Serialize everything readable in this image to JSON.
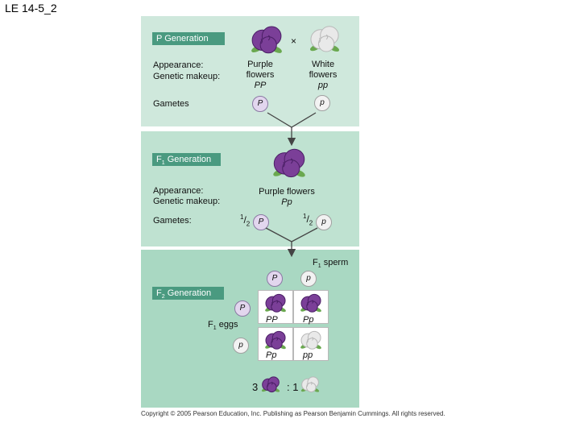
{
  "slide": {
    "title": "LE 14-5_2"
  },
  "p_generation": {
    "tag": "P Generation",
    "cross_symbol": "×",
    "appearance_label": "Appearance:",
    "genetic_makeup_label": "Genetic makeup:",
    "gametes_label": "Gametes",
    "parent_left": {
      "line1": "Purple",
      "line2": "flowers",
      "genotype": "PP",
      "gamete": "P"
    },
    "parent_right": {
      "line1": "White",
      "line2": "flowers",
      "genotype": "pp",
      "gamete": "p"
    }
  },
  "f1_generation": {
    "tag_main": "F",
    "tag_sub": "1",
    "tag_rest": " Generation",
    "appearance_label": "Appearance:",
    "genetic_makeup_label": "Genetic makeup:",
    "gametes_label": "Gametes:",
    "phenotype": "Purple flowers",
    "genotype": "Pp",
    "gamete_left": {
      "fraction_num": "1",
      "fraction_den": "2",
      "allele": "P"
    },
    "gamete_right": {
      "fraction_num": "1",
      "fraction_den": "2",
      "allele": "p"
    }
  },
  "f2_generation": {
    "tag_main": "F",
    "tag_sub": "2",
    "tag_rest": " Generation",
    "sperm_label_main": "F",
    "sperm_label_sub": "1",
    "sperm_label_rest": " sperm",
    "eggs_label_main": "F",
    "eggs_label_sub": "1",
    "eggs_label_rest": " eggs",
    "sperm_alleles": [
      "P",
      "p"
    ],
    "egg_alleles": [
      "P",
      "p"
    ],
    "cells": [
      {
        "genotype": "PP",
        "color": "purple"
      },
      {
        "genotype": "Pp",
        "color": "purple"
      },
      {
        "genotype": "Pp",
        "color": "purple"
      },
      {
        "genotype": "pp",
        "color": "white"
      }
    ],
    "ratio_left": "3",
    "ratio_sep": ": 1"
  },
  "footer": "Copyright © 2005 Pearson Education, Inc. Publishing as Pearson Benjamin Cummings. All rights reserved.",
  "colors": {
    "purple": "#7b3f98",
    "purple_dark": "#4b1f66",
    "white_flower": "#e9e9e9",
    "leaf": "#6aa84f"
  }
}
